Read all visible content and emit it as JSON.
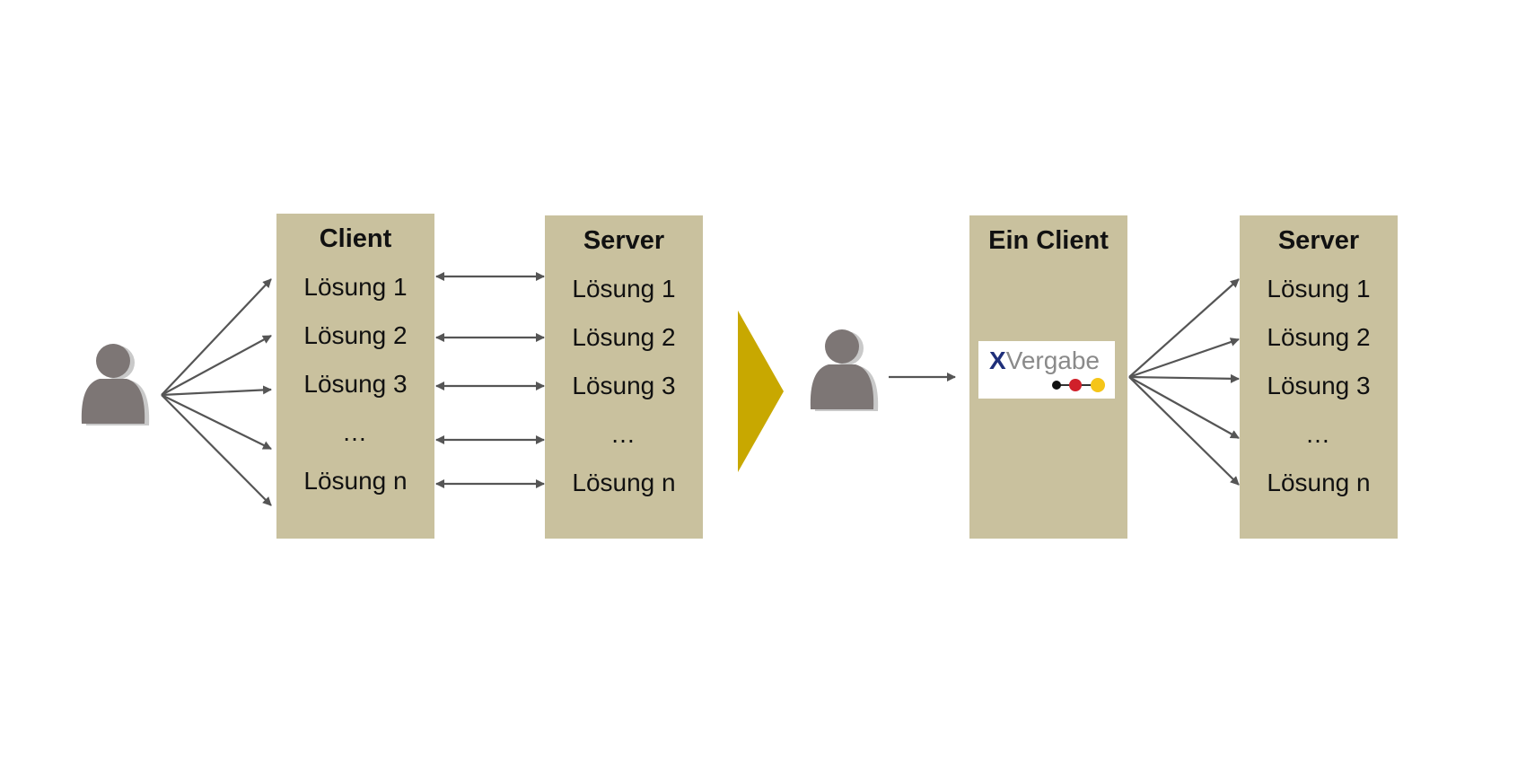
{
  "left": {
    "client": {
      "title": "Client",
      "items": [
        "Lösung 1",
        "Lösung 2",
        "Lösung 3",
        "…",
        "Lösung n"
      ]
    },
    "server": {
      "title": "Server",
      "items": [
        "Lösung 1",
        "Lösung 2",
        "Lösung 3",
        "…",
        "Lösung n"
      ]
    }
  },
  "right": {
    "client": {
      "title": "Ein Client",
      "logo": {
        "x": "X",
        "rest": "Vergabe"
      }
    },
    "server": {
      "title": "Server",
      "items": [
        "Lösung 1",
        "Lösung 2",
        "Lösung 3",
        "…",
        "Lösung n"
      ]
    }
  },
  "colors": {
    "box": "#c9c19e",
    "arrow": "#555555",
    "person": "#7d7675",
    "person_shadow": "#c9c9c9",
    "chevron": "#c8a800",
    "logo_dots": [
      "#111111",
      "#d0202a",
      "#f5c518"
    ]
  },
  "icons": [
    "person-icon",
    "chevron-right-icon",
    "double-arrow",
    "arrow"
  ]
}
